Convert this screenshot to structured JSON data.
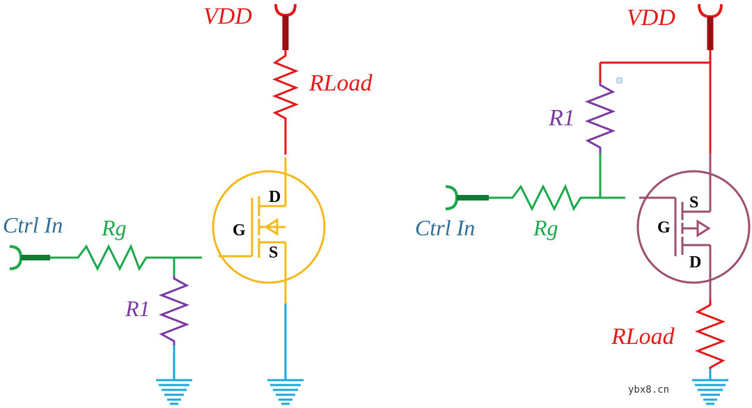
{
  "colors": {
    "supply": "#e31818",
    "control": "#2e6e99",
    "signal": "#1aa84a",
    "pulldown": "#7a3aa3",
    "ground": "#1aa8dc",
    "nmos": "#f5b81a",
    "pmos": "#9c4f6e",
    "watermark": "#333333"
  },
  "left_circuit": {
    "vdd_label": "VDD",
    "load_label": "RLoad",
    "input_label": "Ctrl In",
    "gate_resistor_label": "Rg",
    "pulldown_resistor_label": "R1",
    "mosfet_type": "N-channel MOSFET",
    "pins": {
      "gate": "G",
      "drain": "D",
      "source": "S"
    }
  },
  "right_circuit": {
    "vdd_label": "VDD",
    "load_label": "RLoad",
    "input_label": "Ctrl In",
    "gate_resistor_label": "Rg",
    "pullup_resistor_label": "R1",
    "mosfet_type": "P-channel MOSFET",
    "pins": {
      "gate": "G",
      "drain": "D",
      "source": "S"
    }
  },
  "watermark": "ybx8.cn"
}
